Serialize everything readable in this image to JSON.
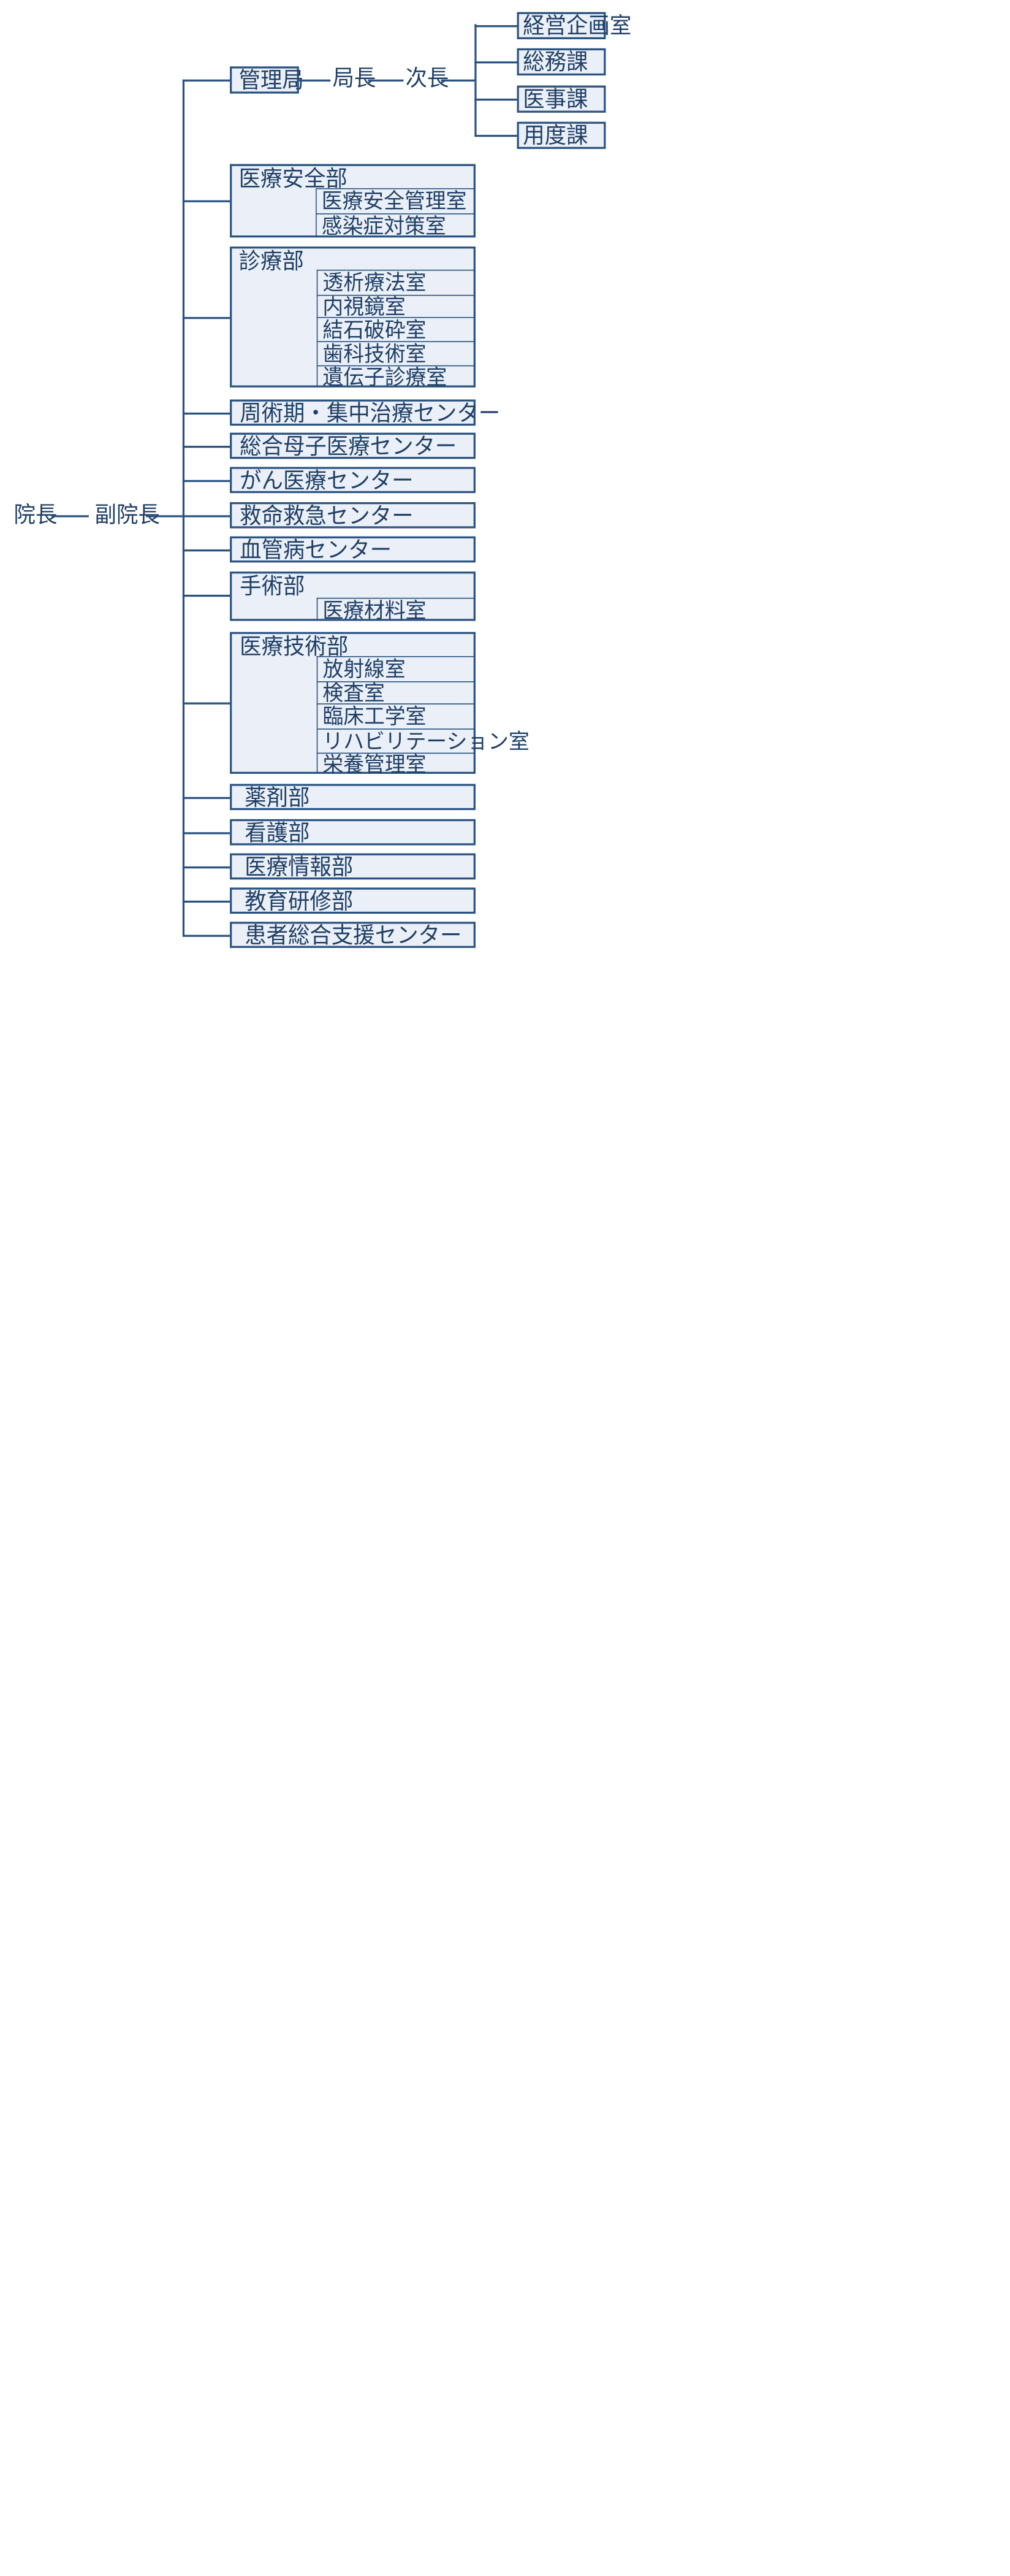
{
  "colors": {
    "line": "#2b5381",
    "box_fill": "#ebf0f8",
    "text": "#1f3f66"
  },
  "top": {
    "director": "院長",
    "vice_director": "副院長"
  },
  "admin": {
    "name": "管理局",
    "chief": "局長",
    "deputy": "次長",
    "sections": [
      "経営企画室",
      "総務課",
      "医事課",
      "用度課"
    ]
  },
  "departments": [
    {
      "name": "医療安全部",
      "subs": [
        "医療安全管理室",
        "感染症対策室"
      ]
    },
    {
      "name": "診療部",
      "subs": [
        "透析療法室",
        "内視鏡室",
        "結石破砕室",
        "歯科技術室",
        "遺伝子診療室"
      ]
    },
    {
      "name": "周術期・集中治療センター",
      "subs": []
    },
    {
      "name": "総合母子医療センター",
      "subs": []
    },
    {
      "name": "がん医療センター",
      "subs": []
    },
    {
      "name": "救命救急センター",
      "subs": []
    },
    {
      "name": "血管病センター",
      "subs": []
    },
    {
      "name": "手術部",
      "subs": [
        "医療材料室"
      ]
    },
    {
      "name": "医療技術部",
      "subs": [
        "放射線室",
        "検査室",
        "臨床工学室",
        "リハビリテーション室",
        "栄養管理室"
      ]
    },
    {
      "name": "薬剤部",
      "subs": []
    },
    {
      "name": "看護部",
      "subs": []
    },
    {
      "name": "医療情報部",
      "subs": []
    },
    {
      "name": "教育研修部",
      "subs": []
    },
    {
      "name": "患者総合支援センター",
      "subs": []
    }
  ]
}
